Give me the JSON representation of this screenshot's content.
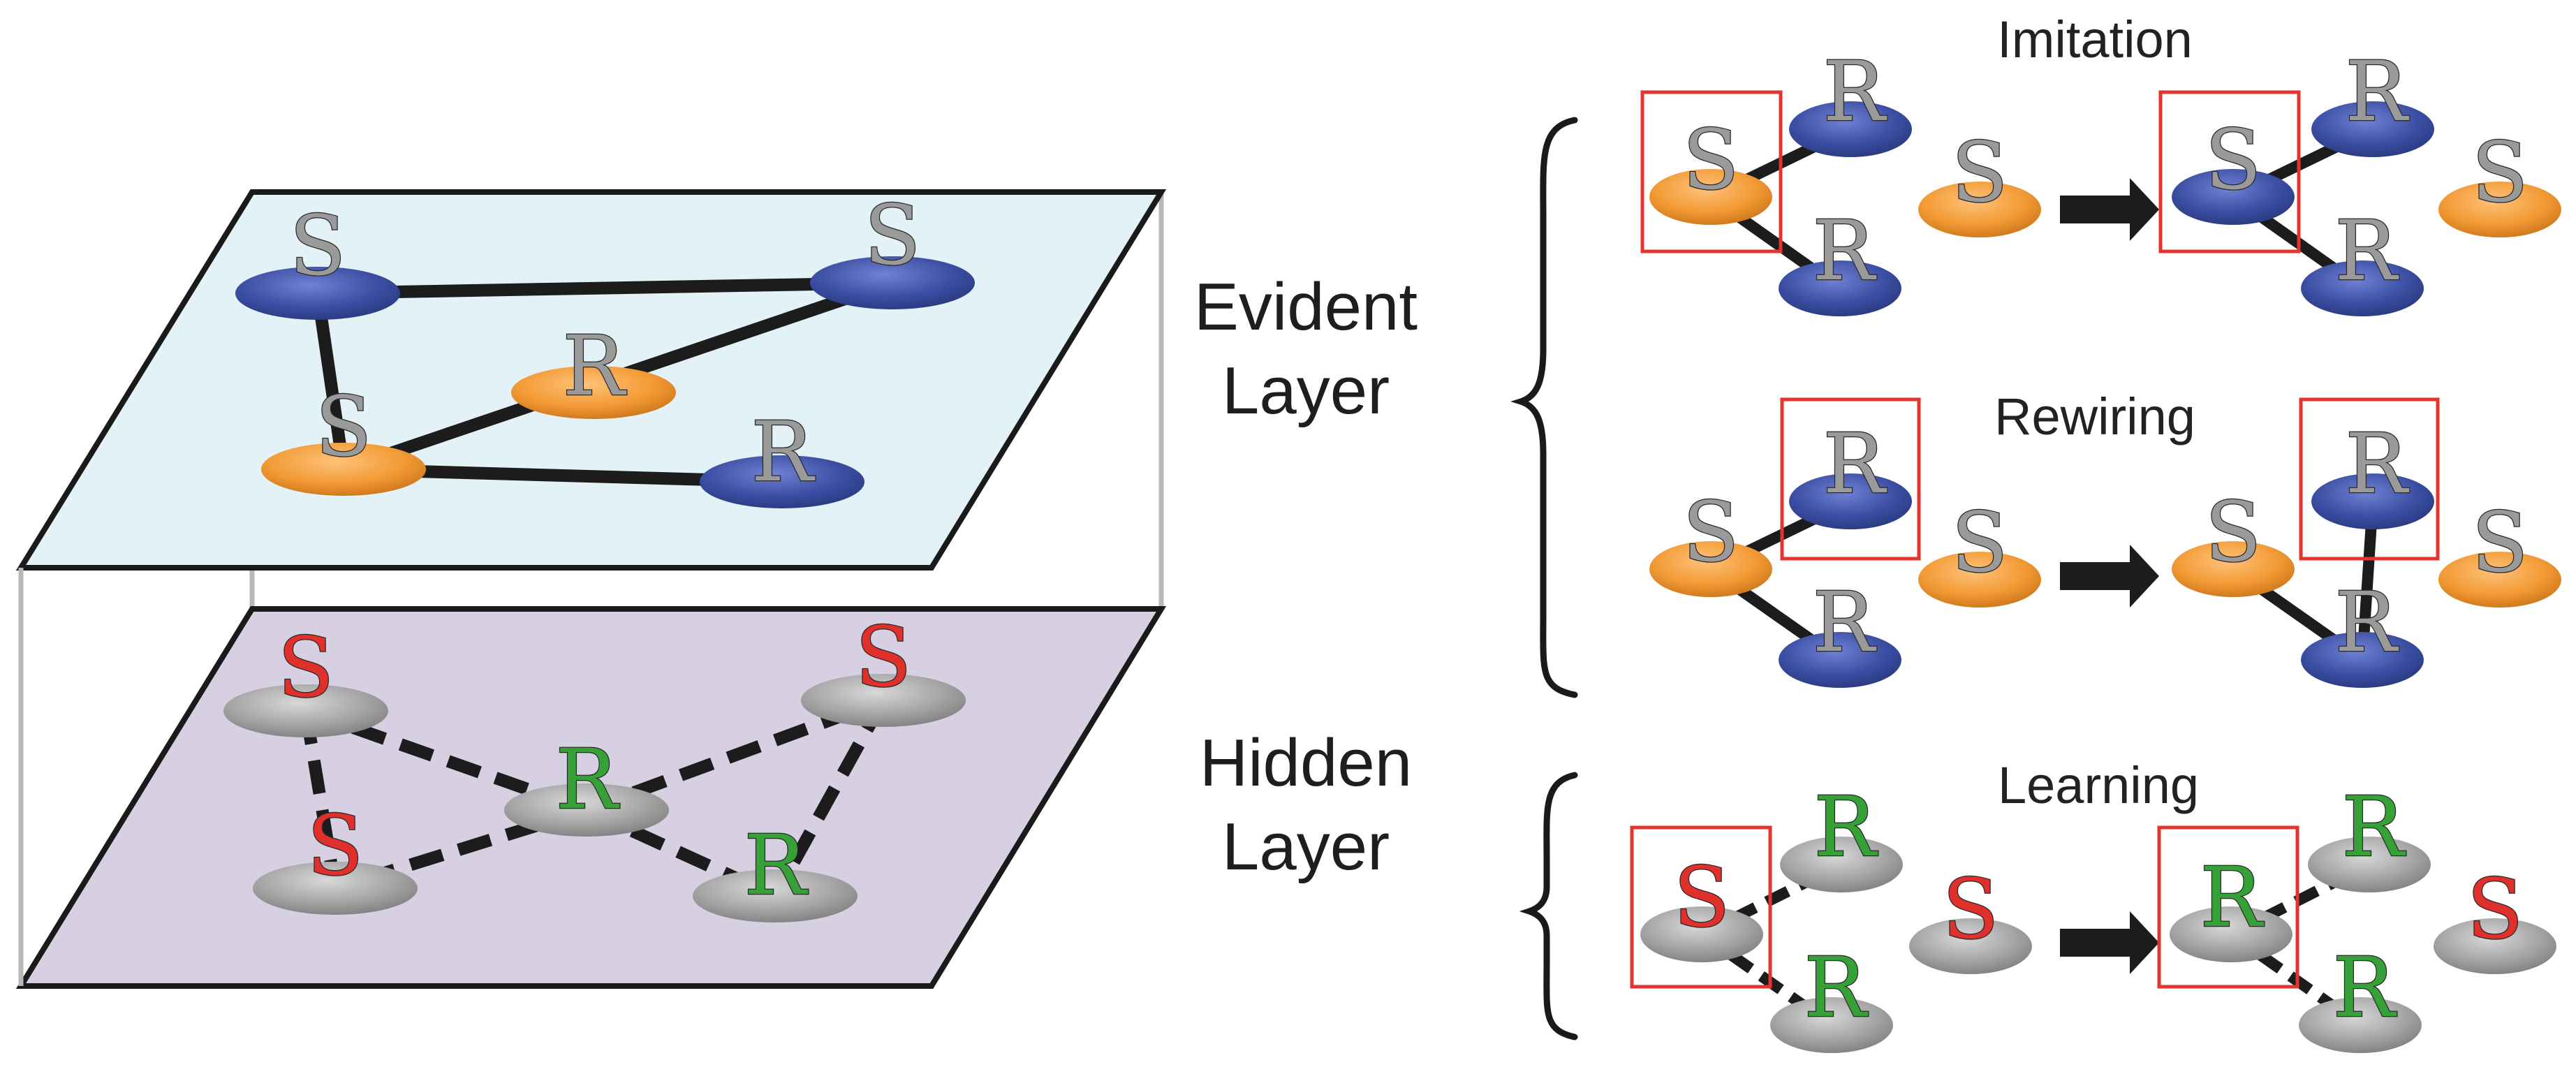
{
  "colors": {
    "evident_plane": "#e3f2f6",
    "hidden_plane": "#d7cfe2",
    "susceptible_node": "#f29a34",
    "resistant_node": "#3b4ea3",
    "hidden_node": "#a4a4a4",
    "letter_on_evident": "#9a9a9a",
    "letter_hidden_s": "#e0302b",
    "letter_hidden_r": "#35a137",
    "highlight_box": "#e3342f",
    "edge": "#1c1c1c"
  },
  "labels": {
    "evident_line1": "Evident",
    "evident_line2": "Layer",
    "hidden_line1": "Hidden",
    "hidden_line2": "Layer"
  },
  "node_letters": {
    "susceptible": "S",
    "resistant": "R"
  },
  "panels": {
    "imitation": {
      "title": "Imitation"
    },
    "rewiring": {
      "title": "Rewiring"
    },
    "learning": {
      "title": "Learning"
    }
  },
  "icons": [
    "right-arrow-icon",
    "left-brace-icon"
  ]
}
